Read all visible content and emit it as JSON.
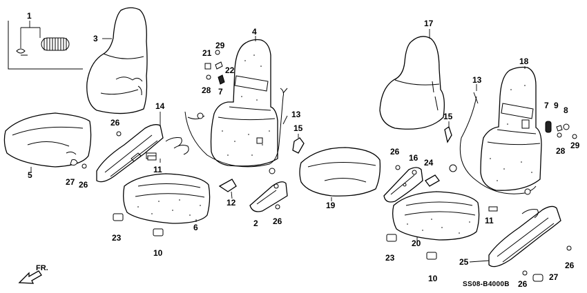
{
  "diagram_code": "SS08-B4000B",
  "direction_label": "FR.",
  "callouts": [
    "1",
    "2",
    "3",
    "4",
    "5",
    "6",
    "7",
    "8",
    "9",
    "10",
    "11",
    "12",
    "13",
    "14",
    "15",
    "16",
    "17",
    "18",
    "19",
    "20",
    "21",
    "22",
    "23",
    "24",
    "25",
    "26",
    "27",
    "28",
    "29"
  ],
  "labels": {
    "c1": "1",
    "c3": "3",
    "c4": "4",
    "c5": "5",
    "c6": "6",
    "c7a": "7",
    "c7b": "7",
    "c8": "8",
    "c9": "9",
    "c10a": "10",
    "c10b": "10",
    "c11a": "11",
    "c11b": "11",
    "c12": "12",
    "c13a": "13",
    "c13b": "13",
    "c14": "14",
    "c15a": "15",
    "c15b": "15",
    "c16": "16",
    "c17": "17",
    "c18": "18",
    "c19": "19",
    "c2": "2",
    "c20": "20",
    "c21": "21",
    "c22": "22",
    "c23a": "23",
    "c23b": "23",
    "c24": "24",
    "c25": "25",
    "c26a": "26",
    "c26b": "26",
    "c26c": "26",
    "c26d": "26",
    "c26e": "26",
    "c26f": "26",
    "c27a": "27",
    "c27b": "27",
    "c28a": "28",
    "c28b": "28",
    "c29a": "29",
    "c29b": "29"
  }
}
